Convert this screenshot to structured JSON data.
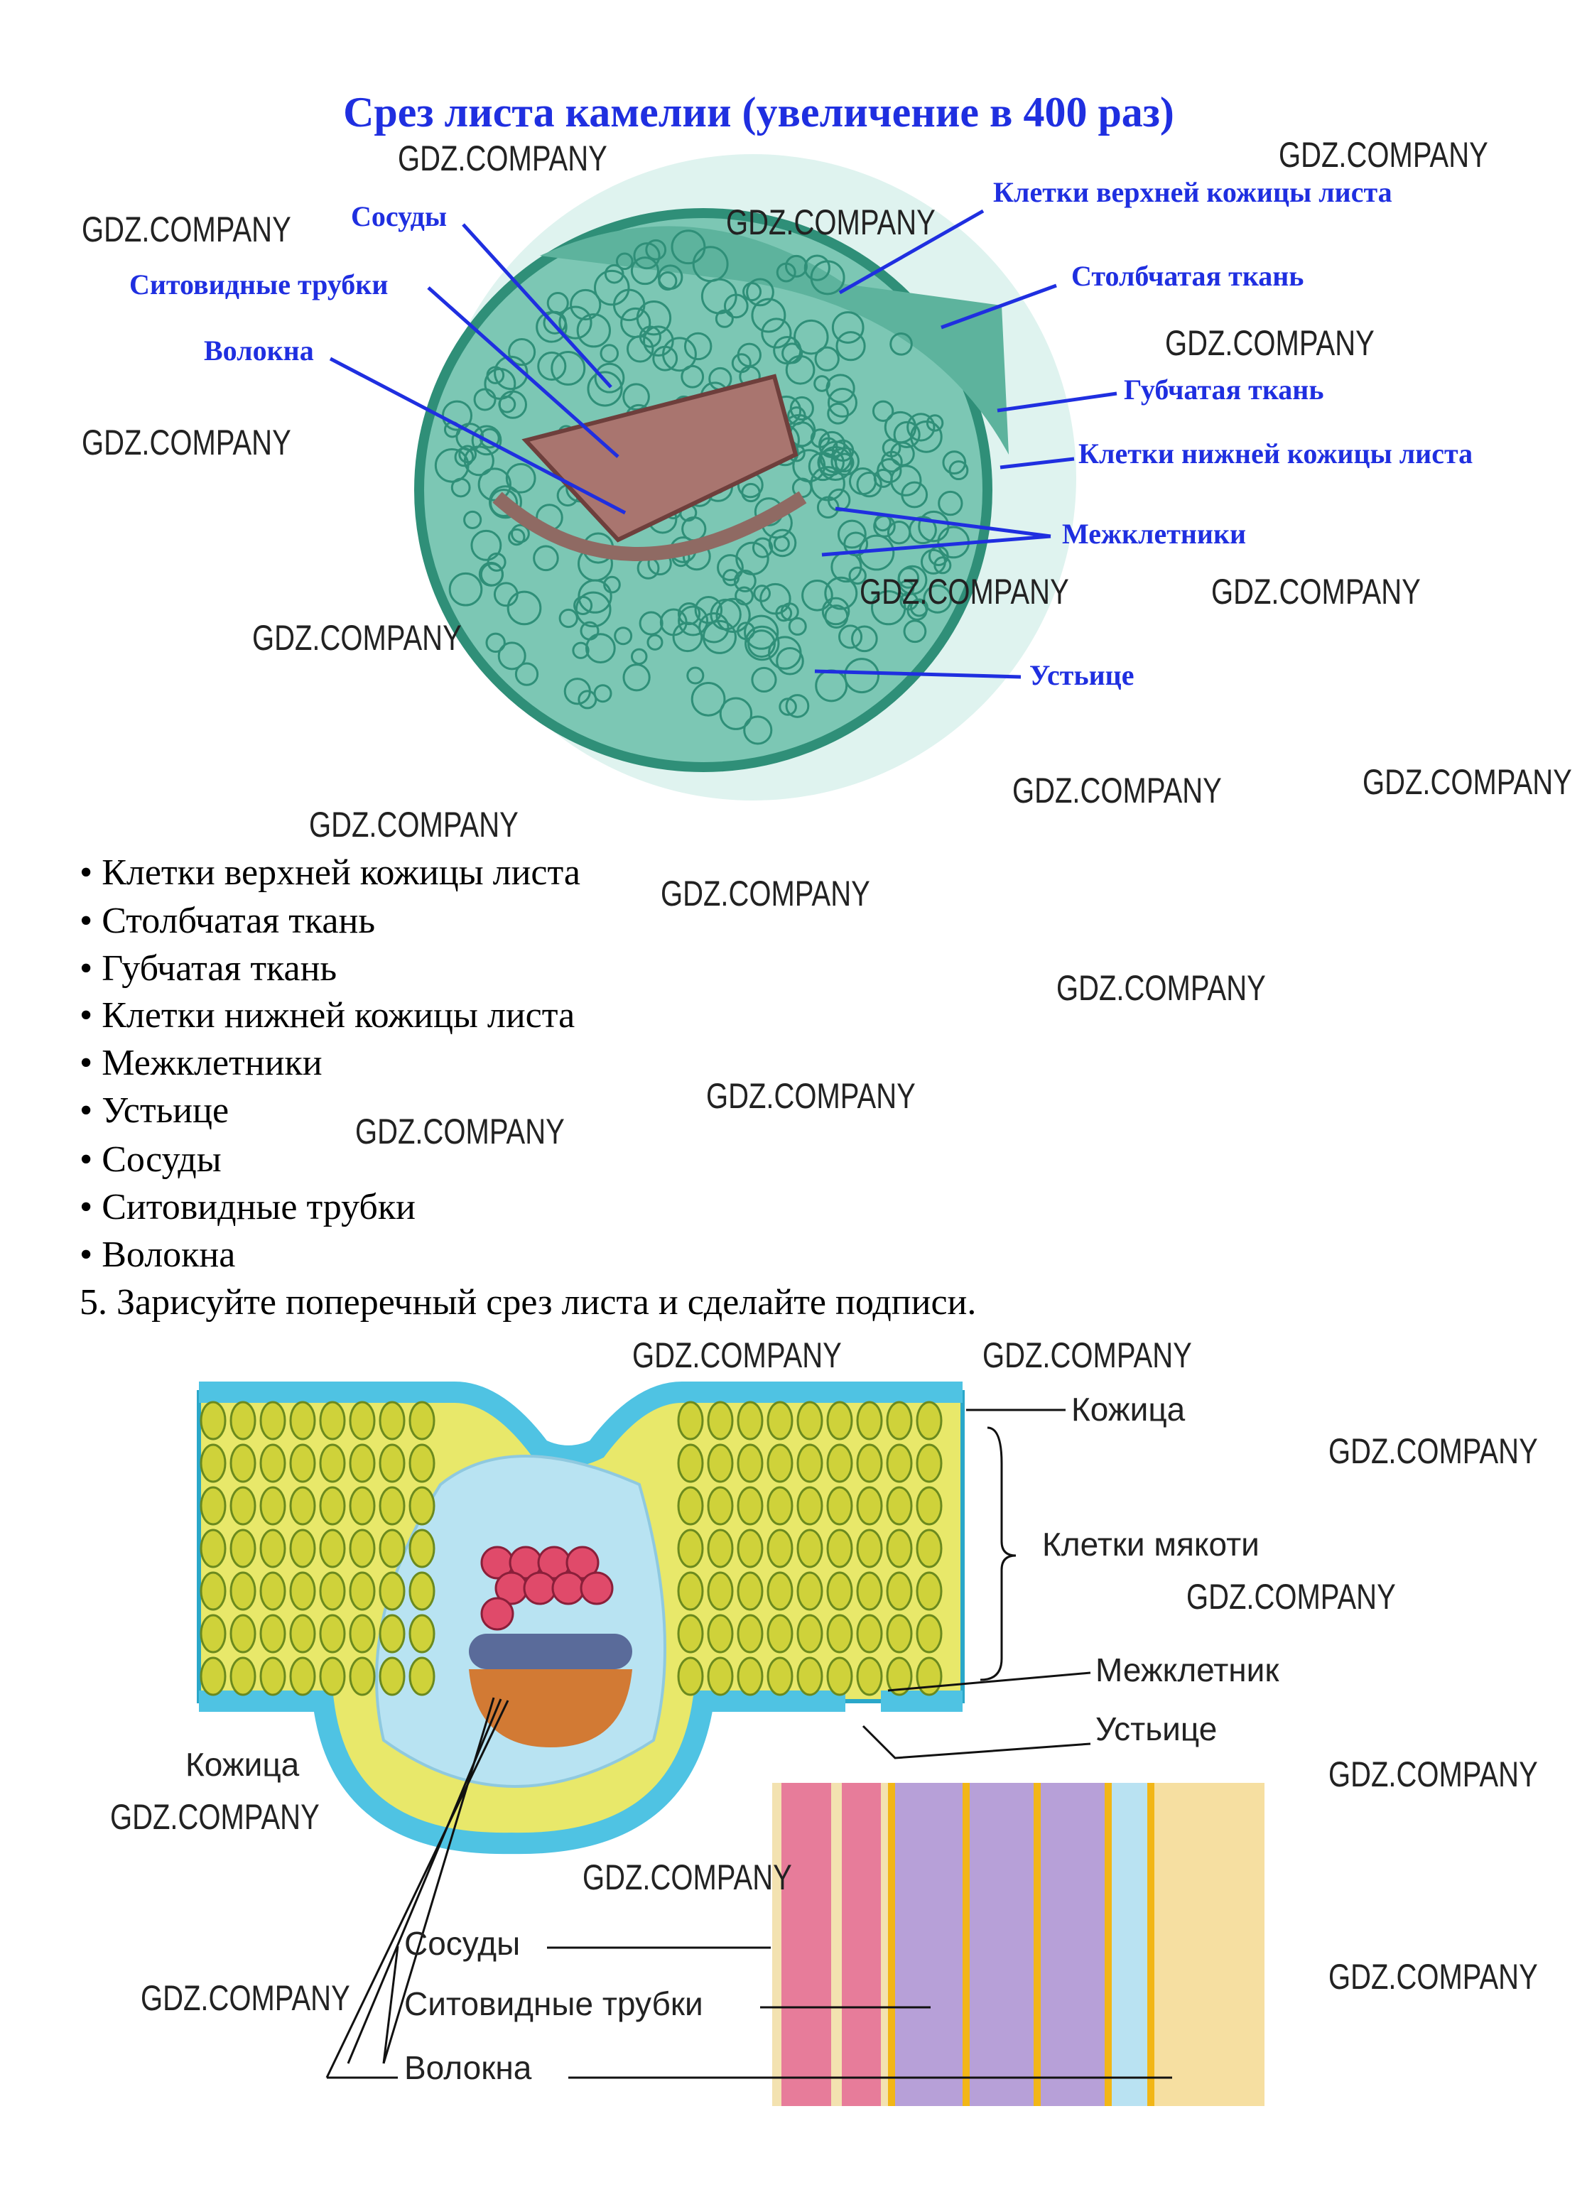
{
  "title": "Срез листа камелии (увеличение в 400 раз)",
  "figure1_labels": {
    "vessels": "Сосуды",
    "sieve_tubes": "Ситовидные трубки",
    "fibers": "Волокна",
    "upper_epidermis": "Клетки верхней кожицы листа",
    "palisade": "Столбчатая ткань",
    "spongy": "Губчатая ткань",
    "lower_epidermis": "Клетки нижней кожицы листа",
    "intercellular": "Межклетники",
    "stoma": "Устьице"
  },
  "list": [
    "• Клетки верхней кожицы листа",
    "• Столбчатая ткань",
    "• Губчатая ткань",
    "• Клетки нижней кожицы листа",
    "• Межклетники",
    "• Устьице",
    "• Сосуды",
    "• Ситовидные трубки",
    "• Волокна"
  ],
  "task": "5. Зарисуйте поперечный срез листа и сделайте подписи.",
  "figure2_labels": {
    "epidermis_top": "Кожица",
    "mesophyll": "Клетки мякоти",
    "intercellular": "Межклетник",
    "stoma": "Устьице",
    "epidermis_bottom": "Кожица",
    "vessels": "Сосуды",
    "sieve_tubes": "Ситовидные трубки",
    "fibers": "Волокна"
  },
  "watermark": "GDZ.COMPANY"
}
